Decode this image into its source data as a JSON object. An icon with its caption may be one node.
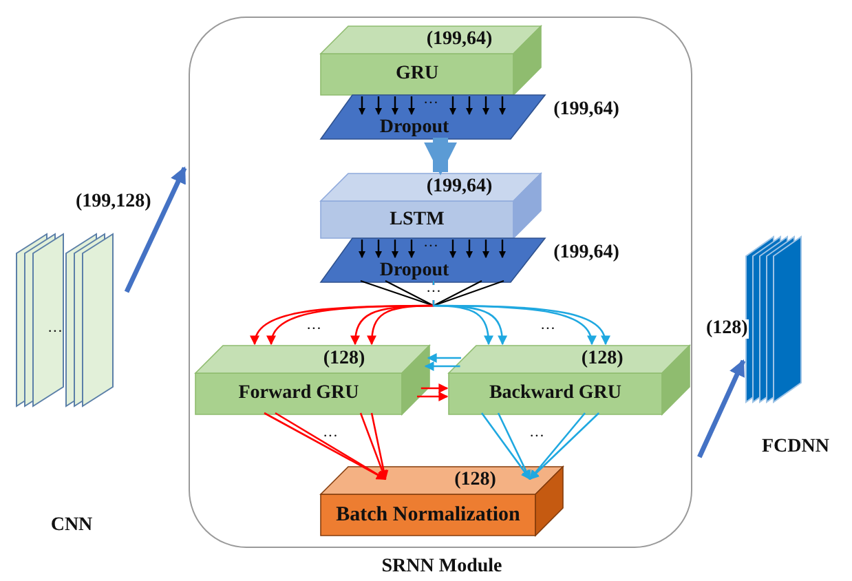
{
  "diagram": {
    "nodes": [
      {
        "text": [
          "CNN"
        ]
      },
      {
        "text": [
          "SRNN Module"
        ]
      },
      {
        "text": [
          "(199,64)",
          "GRU"
        ],
        "in": 1
      },
      {
        "text": [
          "Dropout"
        ],
        "beside": [
          "(199,64)"
        ],
        "in": 1
      },
      {
        "text": [
          "(199,64)",
          "LSTM"
        ],
        "in": 1
      },
      {
        "text": [
          "Dropout"
        ],
        "beside": [
          "(199,64)"
        ],
        "in": 1
      },
      {
        "text": [
          "(128)",
          "Forward GRU"
        ],
        "in": 1
      },
      {
        "text": [
          "(128)",
          "Backward GRU"
        ],
        "in": 1
      },
      {
        "text": [
          "(128)",
          "Batch Normalization"
        ],
        "in": 1
      },
      {
        "text": [
          "FCDNN"
        ]
      }
    ],
    "edges": [
      {
        "from": 0,
        "to": 1,
        "arrow": "to",
        "label": "(199,128)",
        "style": "thick",
        "color": "#4472c4"
      },
      {
        "from": 3,
        "to": 4,
        "arrow": "to",
        "style": "thick",
        "color": "#5b9bd5"
      },
      {
        "from": 5,
        "to": 6,
        "arrow": "to",
        "color": "#ff0000"
      },
      {
        "from": 5,
        "to": 7,
        "arrow": "to",
        "color": "#1fa8e0"
      },
      {
        "from": 6,
        "to": 7,
        "arrow": "to",
        "color": "#ff0000"
      },
      {
        "from": 7,
        "to": 6,
        "arrow": "to",
        "color": "#1fa8e0"
      },
      {
        "from": 6,
        "to": 8,
        "arrow": "to",
        "color": "#ff0000"
      },
      {
        "from": 7,
        "to": 8,
        "arrow": "to",
        "color": "#1fa8e0"
      },
      {
        "from": 1,
        "to": 9,
        "arrow": "to",
        "label": "(128)",
        "style": "thick",
        "color": "#4472c4"
      },
      {
        "from": 6,
        "to": 7,
        "arrow": "to",
        "color": "#ff0000"
      },
      {
        "from": 7,
        "to": 6,
        "arrow": "to",
        "color": "#1fa8e0"
      }
    ],
    "labels": [
      "···",
      "···",
      "···",
      "···",
      "···",
      "···",
      "···",
      "···"
    ]
  }
}
